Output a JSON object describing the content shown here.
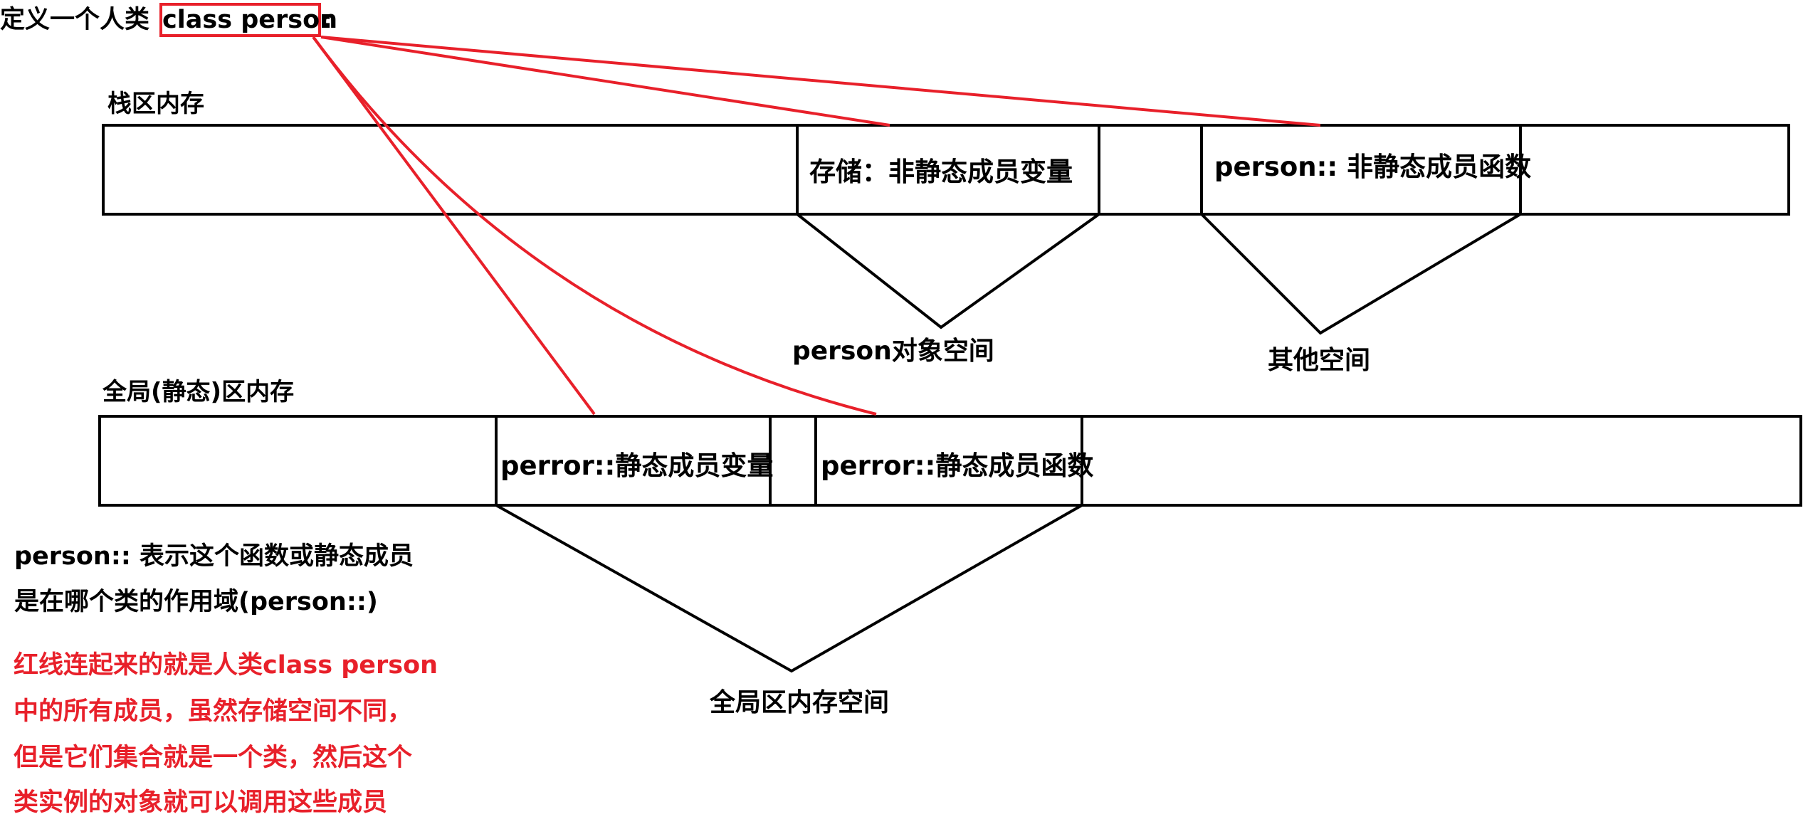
{
  "title": {
    "prefix": "定义一个人类",
    "class_name": "class person",
    "suffix": ":"
  },
  "stack": {
    "label": "栈区内存",
    "cells": [
      {
        "text": "存储：非静态成员变量"
      },
      {
        "text": "person:: 非静态成员函数"
      }
    ],
    "spaces": [
      {
        "text": "person对象空间"
      },
      {
        "text": "其他空间"
      }
    ]
  },
  "global": {
    "label": "全局(静态)区内存",
    "cells": [
      {
        "text": "perror::静态成员变量"
      },
      {
        "text": "perror::静态成员函数"
      }
    ],
    "space": {
      "text": "全局区内存空间"
    }
  },
  "notes": {
    "black": [
      "person:: 表示这个函数或静态成员",
      "是在哪个类的作用域(person::)"
    ],
    "red": [
      "红线连起来的就是人类class person",
      "中的所有成员，虽然存储空间不同，",
      "但是它们集合就是一个类，然后这个",
      "类实例的对象就可以调用这些成员"
    ]
  },
  "colors": {
    "line_black": "#000000",
    "line_red": "#e8202a"
  }
}
